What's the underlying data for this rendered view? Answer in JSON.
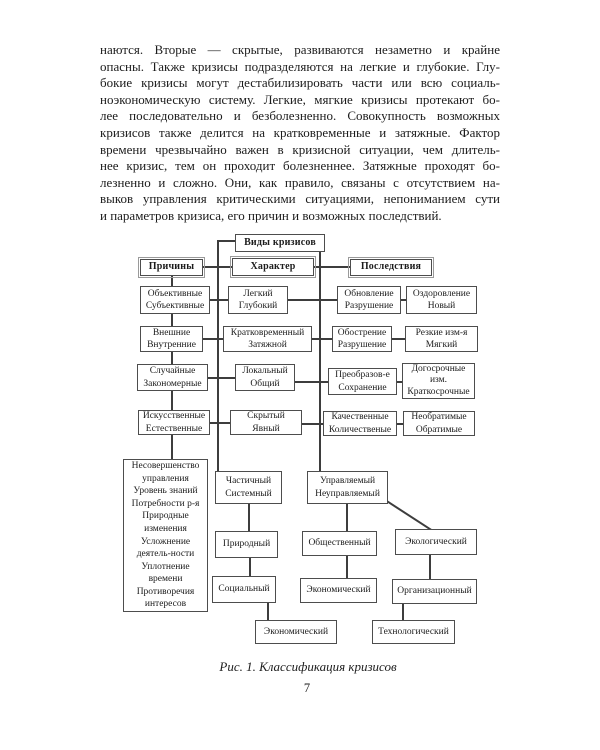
{
  "document": {
    "paragraph_lines": [
      "наются. Вторые — скрытые, развиваются незаметно и крайне",
      "опасны. Также кризисы подразделяются на легкие и глубокие. Глу-",
      "бокие кризисы могут дестабилизировать части или всю социаль-",
      "ноэкономическую систему. Легкие, мягкие кризисы протекают бо-",
      "лее последовательно и безболезненно. Совокупность возможных",
      "кризисов также делится на кратковременные и затяжные. Фактор",
      "времени чрезвычайно важен в кризисной ситуации, чем длитель-",
      "нее кризис, тем он проходит болезненнее. Затяжные проходят бо-",
      "лезненно и сложно. Они, как правило, связаны с отсутствием на-",
      "выков управления критическими ситуациями, непониманием сути",
      "и параметров кризиса, его причин и возможных последствий."
    ],
    "figure_caption": "Рис. 1. Классификация кризисов",
    "page_number": "7",
    "ink_color": "#1c1c1c"
  },
  "diagram": {
    "nodes": {
      "vidy": "Виды кризисов",
      "prichiny": "Причины",
      "kharakter": "Характер",
      "posledstviya": "Последствия",
      "obektivnye": "Объективные\nСубъективные",
      "legkiy": "Легкий\nГлубокий",
      "obnovlenie": "Обновление\nРазрушение",
      "ozdorovlenie": "Оздоровление\nНовый",
      "vneshnie": "Внешние\nВнутренние",
      "kratkovremennyy": "Кратковременный\nЗатяжной",
      "obostrenie": "Обострение\nРазрушение",
      "rezkie": "Резкие изм-я\nМягкий",
      "sluchaynye": "Случайные\nЗакономерные",
      "lokalnyy": "Локальный\nОбщий",
      "preobrazove": "Преобразов-е\nСохранение",
      "dolgosrochnye": "Догосрочные\nизм.\nКраткосрочные",
      "iskusstvennye": "Искусственные\nЕстественные",
      "skrytyy": "Скрытый\nЯвный",
      "kachestvennye": "Качественные\nКоличественые",
      "neobratimye": "Необратимые\nОбратимые",
      "nesovershenstvo": "Несовершенство\nуправления\nУровень знаний\nПотребности р-я\nПриродные\nизменения\nУсложнение\nдеятель-ности\nУплотнение\nвремени\nПротиворечия\nинтересов",
      "chastichnyy": "Частичный\nСистемный",
      "upravlyaemyy": "Управляемый\nНеуправляемый",
      "prirodnyy": "Природный",
      "obshchestvennyy": "Общественный",
      "ekologicheskiy": "Экологический",
      "sotsialnyy": "Социальный",
      "ekonomicheskiy_sredniy": "Экономический",
      "organizatsionnyy": "Организационный",
      "ekonomicheskiy_nizhniy": "Экономический",
      "tekhnologicheskiy": "Технологический"
    }
  }
}
